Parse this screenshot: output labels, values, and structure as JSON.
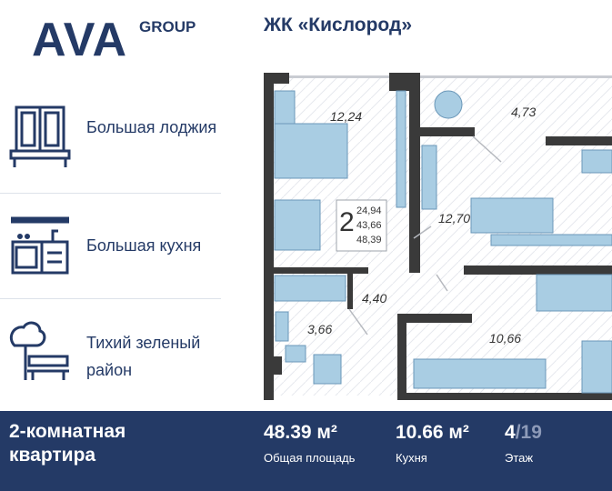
{
  "logo": {
    "main": "AVA",
    "sub": "GROUP"
  },
  "title": "ЖК «Кислород»",
  "features": [
    {
      "icon": "loggia-icon",
      "label": "Большая лоджия"
    },
    {
      "icon": "kitchen-icon",
      "label": "Большая кухня"
    },
    {
      "icon": "tree-bench-icon",
      "label": "Тихий зеленый район"
    }
  ],
  "plan": {
    "rooms": {
      "bedroom": "12,24",
      "balcony": "4,73",
      "living": "12,70",
      "hall": "4,40",
      "bathroom": "3,66",
      "kitchen": "10,66"
    },
    "legend": {
      "rooms": "2",
      "living_area": "24,94",
      "area": "43,66",
      "total": "48,39"
    }
  },
  "band": {
    "type_line1": "2-комнатная",
    "type_line2": "квартира",
    "total_area": "48.39 м²",
    "total_area_label": "Общая площадь",
    "kitchen_area": "10.66 м²",
    "kitchen_label": "Кухня",
    "floor": "4",
    "floors_total": "/19",
    "floor_label": "Этаж"
  },
  "colors": {
    "navy": "#243a66",
    "wall": "#3a3a3a",
    "furniture": "#a9cde3",
    "muted": "#8d9ab8"
  }
}
